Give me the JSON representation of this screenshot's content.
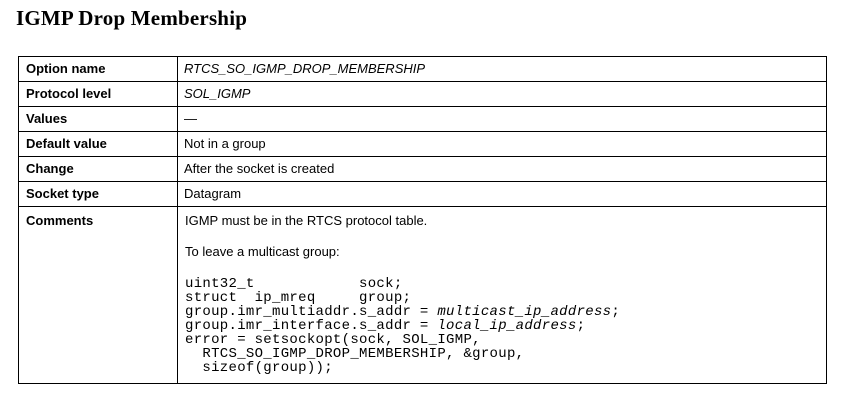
{
  "page": {
    "title": "IGMP Drop Membership"
  },
  "table": {
    "rows": [
      {
        "label": "Option name",
        "value": "RTCS_SO_IGMP_DROP_MEMBERSHIP"
      },
      {
        "label": "Protocol level",
        "value": "SOL_IGMP"
      },
      {
        "label": "Values",
        "value": "—"
      },
      {
        "label": "Default value",
        "value": "Not in a group"
      },
      {
        "label": "Change",
        "value": "After the socket is created"
      },
      {
        "label": "Socket type",
        "value": "Datagram"
      }
    ],
    "comments": {
      "label": "Comments",
      "para1": "IGMP must be in the RTCS protocol table.",
      "para2": "To leave a multicast group:",
      "code": {
        "lines": [
          {
            "pre": "uint32_t            sock;",
            "italic": "",
            "post": ""
          },
          {
            "pre": "struct  ip_mreq     group;",
            "italic": "",
            "post": ""
          },
          {
            "pre": "group.imr_multiaddr.s_addr = ",
            "italic": "multicast_ip_address",
            "post": ";"
          },
          {
            "pre": "group.imr_interface.s_addr = ",
            "italic": "local_ip_address",
            "post": ";"
          },
          {
            "pre": "error = setsockopt(sock, SOL_IGMP,",
            "italic": "",
            "post": ""
          },
          {
            "pre": "  RTCS_SO_IGMP_DROP_MEMBERSHIP, &group,",
            "italic": "",
            "post": ""
          },
          {
            "pre": "  sizeof(group));",
            "italic": "",
            "post": ""
          }
        ]
      }
    }
  }
}
